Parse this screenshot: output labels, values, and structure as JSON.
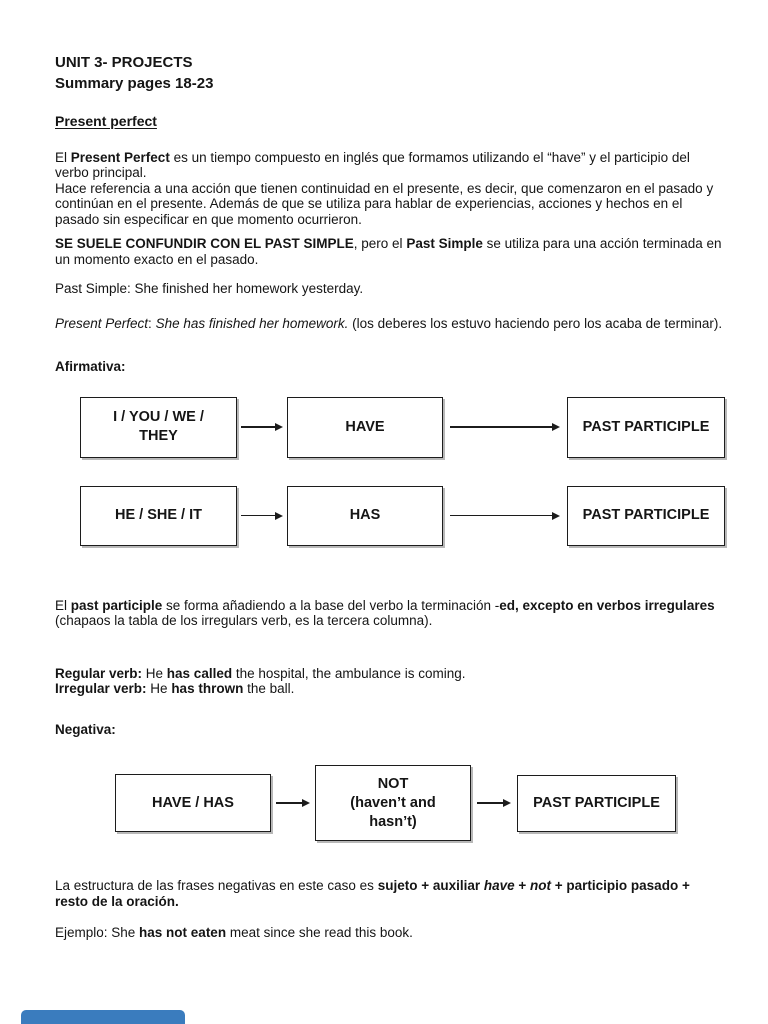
{
  "document": {
    "title_line1": "UNIT 3- PROJECTS",
    "title_line2": "Summary pages 18-23",
    "heading": "Present perfect",
    "labels": {
      "affirmative": "Afirmativa:",
      "negative": "Negativa:"
    }
  },
  "paragraphs": {
    "intro_a": [
      {
        "t": "El "
      },
      {
        "t": "Present Perfect"
      },
      {
        "t": " es un tiempo compuesto en inglés que formamos utilizando el “have” y el participio del verbo principal."
      }
    ],
    "intro_b": [
      {
        "t": "Hace referencia a una acción que tienen continuidad en el presente, es decir, que comenzaron en el pasado y continúan en el presente. Además de que se utiliza para hablar de experiencias, acciones y hechos en el pasado sin especificar en que momento ocurrieron."
      }
    ],
    "confusion": [
      {
        "t": "SE SUELE CONFUNDIR CON EL PAST SIMPLE"
      },
      {
        "t": ", pero el "
      },
      {
        "t": "Past Simple"
      },
      {
        "t": " se utiliza para una acción terminada en un momento exacto en el pasado."
      }
    ],
    "past_simple_example": [
      {
        "t": "Past Simple: She finished her homework yesterday."
      }
    ],
    "present_perfect_example": [
      {
        "t": "Present Perfect"
      },
      {
        "t": ": "
      },
      {
        "t": "She has finished her homework."
      },
      {
        "t": " (los deberes los estuvo haciendo pero los acaba de terminar)."
      }
    ],
    "past_participle_rule": [
      {
        "t": "El "
      },
      {
        "t": "past participle"
      },
      {
        "t": " se forma añadiendo a la base del verbo la terminación -"
      },
      {
        "t": "ed, excepto en verbos irregulares"
      },
      {
        "t": " (chapaos la tabla de los irregulars verb, es la tercera columna)."
      }
    ],
    "regular_verb": [
      {
        "t": "Regular verb:"
      },
      {
        "t": " He "
      },
      {
        "t": "has called"
      },
      {
        "t": " the hospital, the ambulance is coming."
      }
    ],
    "irregular_verb": [
      {
        "t": "Irregular verb:"
      },
      {
        "t": " He "
      },
      {
        "t": "has thrown"
      },
      {
        "t": " the ball."
      }
    ],
    "negative_structure": [
      {
        "t": "La estructura de las frases negativas en este caso es "
      },
      {
        "t": "sujeto + auxiliar "
      },
      {
        "t": "have"
      },
      {
        "t": " + "
      },
      {
        "t": "not"
      },
      {
        "t": " + participio pasado + resto de la oración."
      }
    ],
    "negative_example": [
      {
        "t": "Ejemplo: She "
      },
      {
        "t": "has not eaten"
      },
      {
        "t": " meat since she read this book."
      }
    ]
  },
  "diagram_affirmative": {
    "rows": [
      {
        "subject": "I / YOU / WE / THEY",
        "auxiliary": "HAVE",
        "participle": "PAST PARTICIPLE"
      },
      {
        "subject": "HE / SHE / IT",
        "auxiliary": "HAS",
        "participle": "PAST PARTICIPLE"
      }
    ]
  },
  "diagram_negative": {
    "auxiliary": "HAVE / HAS",
    "not_lines": [
      "NOT",
      "(haven’t and",
      "hasn’t)"
    ],
    "participle": "PAST PARTICIPLE"
  },
  "colors": {
    "next_page_peek": "#3a7cbe",
    "text": "#151515"
  }
}
